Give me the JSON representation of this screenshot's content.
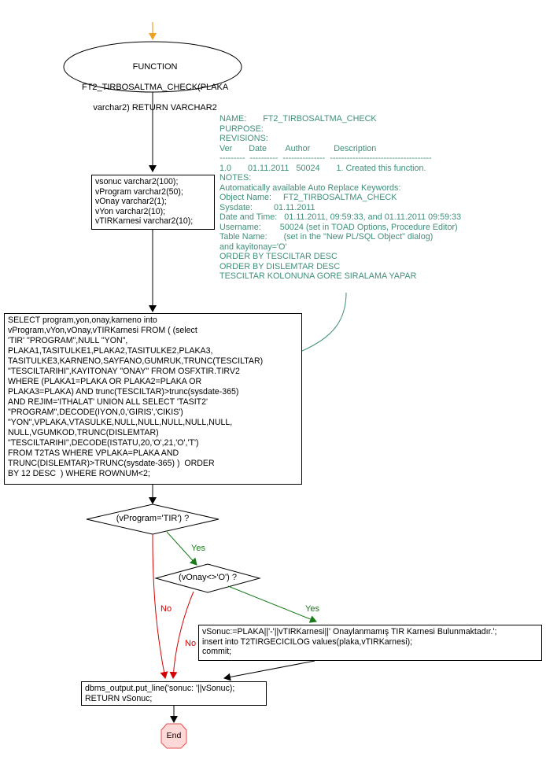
{
  "start": {
    "lines": [
      "FUNCTION",
      "FT2_TIRBOSALTMA_CHECK(PLAKA",
      "varchar2) RETURN VARCHAR2"
    ]
  },
  "note": {
    "lines": [
      "NAME:       FT2_TIRBOSALTMA_CHECK",
      "PURPOSE:",
      "REVISIONS:",
      "Ver       Date        Author          Description",
      "---------  ----------  ---------------  ------------------------------------",
      "1.0       01.11.2011   50024       1. Created this function.",
      "NOTES:",
      "Automatically available Auto Replace Keywords:",
      "Object Name:     FT2_TIRBOSALTMA_CHECK",
      "Sysdate:         01.11.2011",
      "Date and Time:   01.11.2011, 09:59:33, and 01.11.2011 09:59:33",
      "Username:        50024 (set in TOAD Options, Procedure Editor)",
      "Table Name:       (set in the \"New PL/SQL Object\" dialog)",
      "and kayitonay='O'",
      "ORDER BY TESCILTAR DESC",
      "ORDER BY DISLEMTAR DESC",
      "TESCILTAR KOLONUNA GORE SIRALAMA YAPAR"
    ]
  },
  "declare_box": {
    "text": "vsonuc varchar2(100);\nvProgram varchar2(50);\nvOnay varchar2(1);\nvYon varchar2(10);\nvTIRKarnesi varchar2(10);"
  },
  "select_box": {
    "text": "SELECT program,yon,onay,karneno into\nvProgram,vYon,vOnay,vTIRKarnesi FROM ( (select\n'TIR' \"PROGRAM\",NULL \"YON\",\nPLAKA1,TASITULKE1,PLAKA2,TASITULKE2,PLAKA3,\nTASITULKE3,KARNENO,SAYFANO,GUMRUK,TRUNC(TESCILTAR)\n\"TESCILTARIHI\",KAYITONAY \"ONAY\" FROM OSFXTIR.TIRV2\nWHERE (PLAKA1=PLAKA OR PLAKA2=PLAKA OR\nPLAKA3=PLAKA) AND trunc(TESCILTAR)>trunc(sysdate-365)\nAND REJIM='ITHALAT' UNION ALL SELECT 'TASIT2'\n\"PROGRAM\",DECODE(IYON,0,'GIRIS','CIKIS')\n\"YON\",VPLAKA,VTASULKE,NULL,NULL,NULL,NULL,NULL,\nNULL,VGUMKOD,TRUNC(DISLEMTAR)\n\"TESCILTARIHI\",DECODE(ISTATU,20,'O',21,'O','T')\nFROM T2TAS WHERE VPLAKA=PLAKA AND\nTRUNC(DISLEMTAR)>TRUNC(sysdate-365) )  ORDER\nBY 12 DESC  ) WHERE ROWNUM<2;"
  },
  "decision1": {
    "text": "(vProgram='TIR') ?"
  },
  "decision2": {
    "text": "(vOnay<>'O') ?"
  },
  "insert_box": {
    "text": "vSonuc:=PLAKA||'-'||vTIRKarnesi||' Onaylanmamış TIR Karnesi Bulunmaktadır.';\ninsert into T2TIRGECICILOG values(plaka,vTIRKarnesi);\ncommit;"
  },
  "output_box": {
    "text": "dbms_output.put_line('sonuc: '||vSonuc);\nRETURN vSonuc;"
  },
  "end": {
    "text": "End"
  },
  "edge_labels": {
    "yes1": "Yes",
    "yes2": "Yes",
    "no1": "No",
    "no2": "No"
  },
  "colors": {
    "start_arrow": "#f0a020",
    "yes_edge": "#1a7a1a",
    "no_edge": "#d40000",
    "note_text": "#3f8f7a",
    "end_fill": "#ffd8d8",
    "end_border": "#e05050"
  }
}
